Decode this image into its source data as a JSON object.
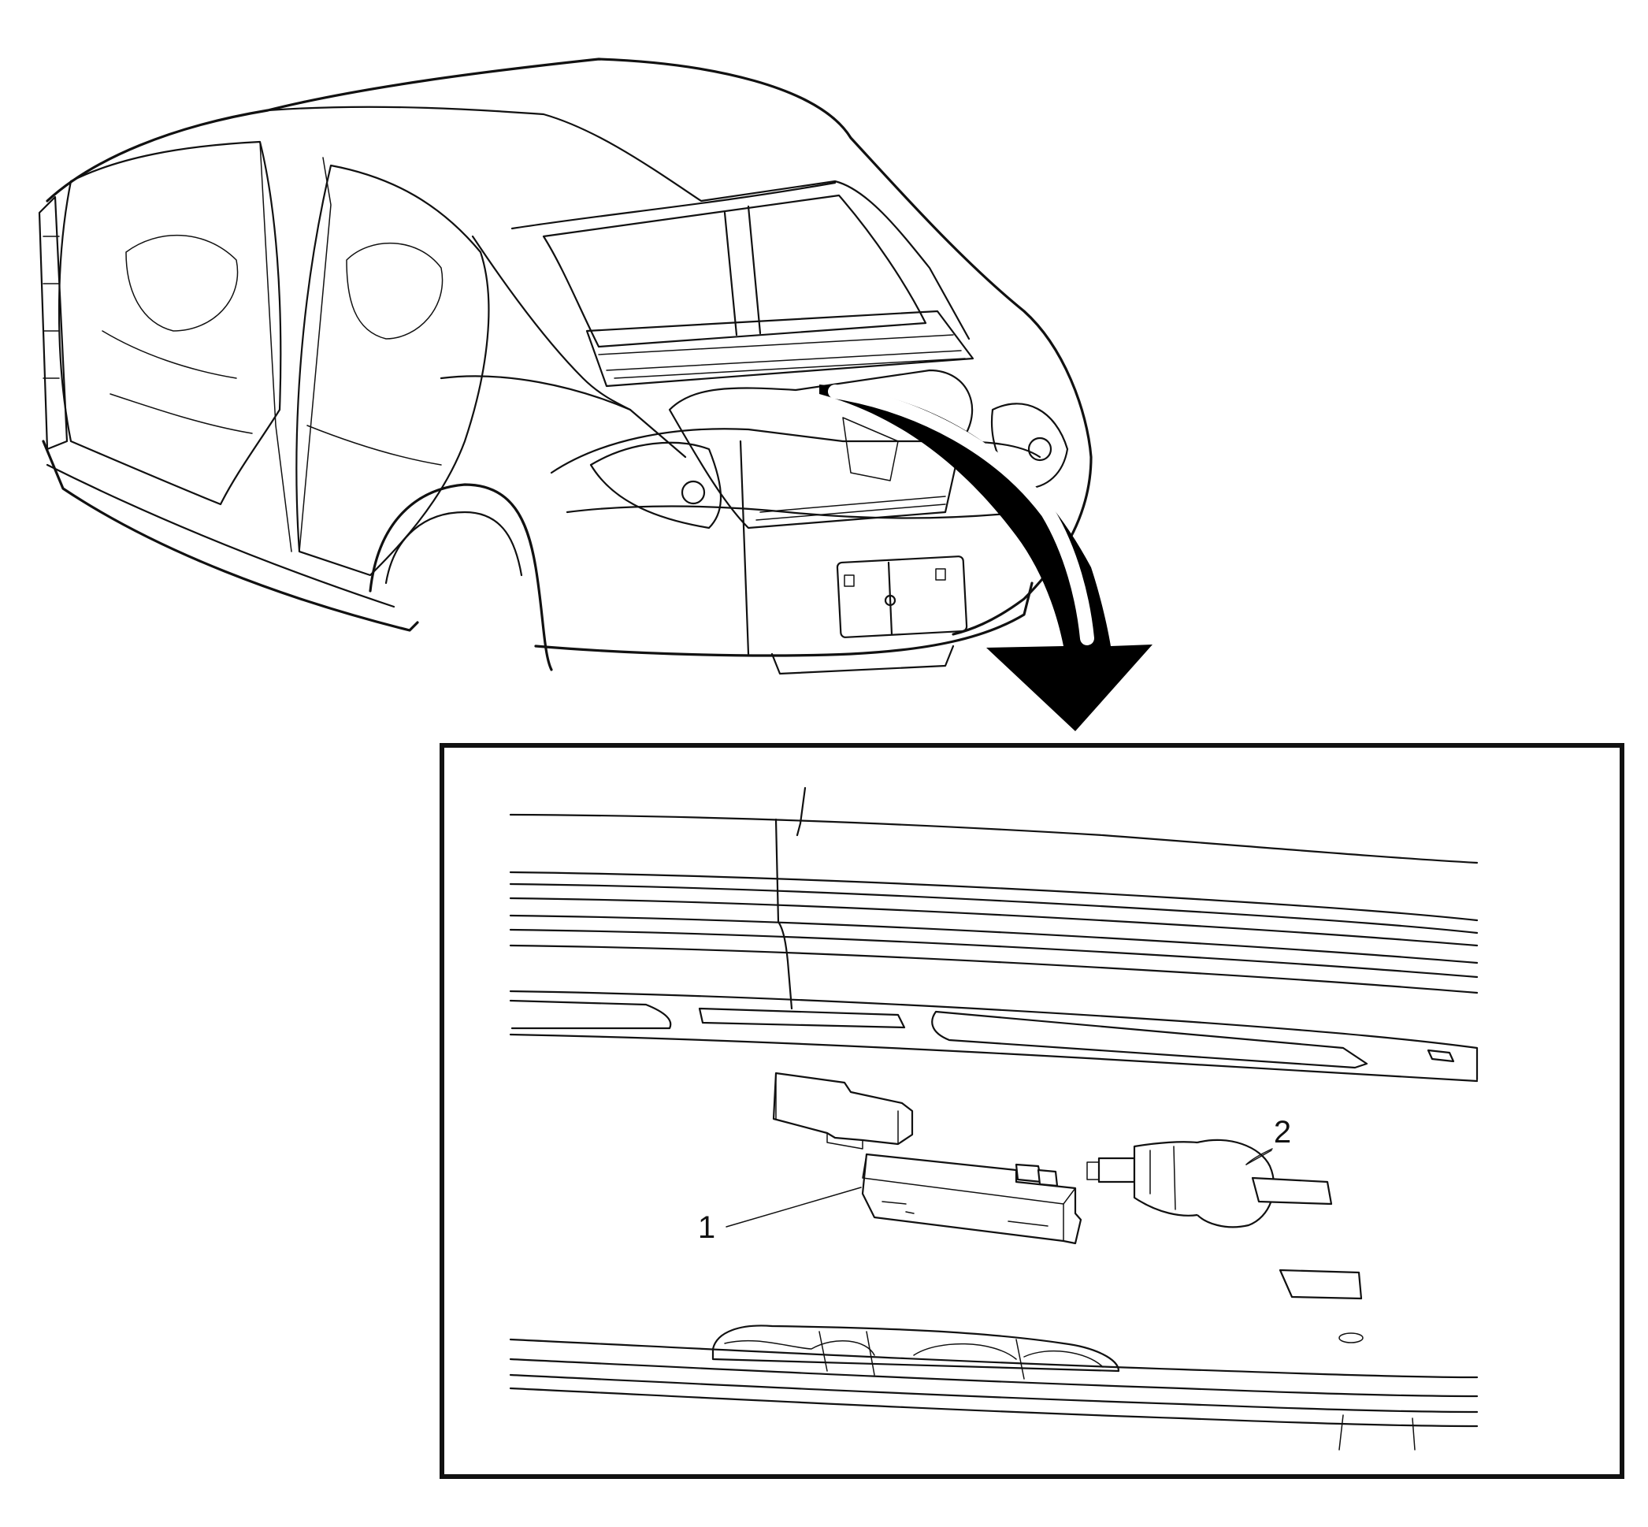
{
  "figure": {
    "callouts": [
      {
        "id": "1",
        "label": "1"
      },
      {
        "id": "2",
        "label": "2"
      }
    ],
    "colors": {
      "line": "#111111",
      "background": "#ffffff",
      "arrow": "#000000"
    },
    "icons": [
      "curved-arrow-icon"
    ]
  }
}
